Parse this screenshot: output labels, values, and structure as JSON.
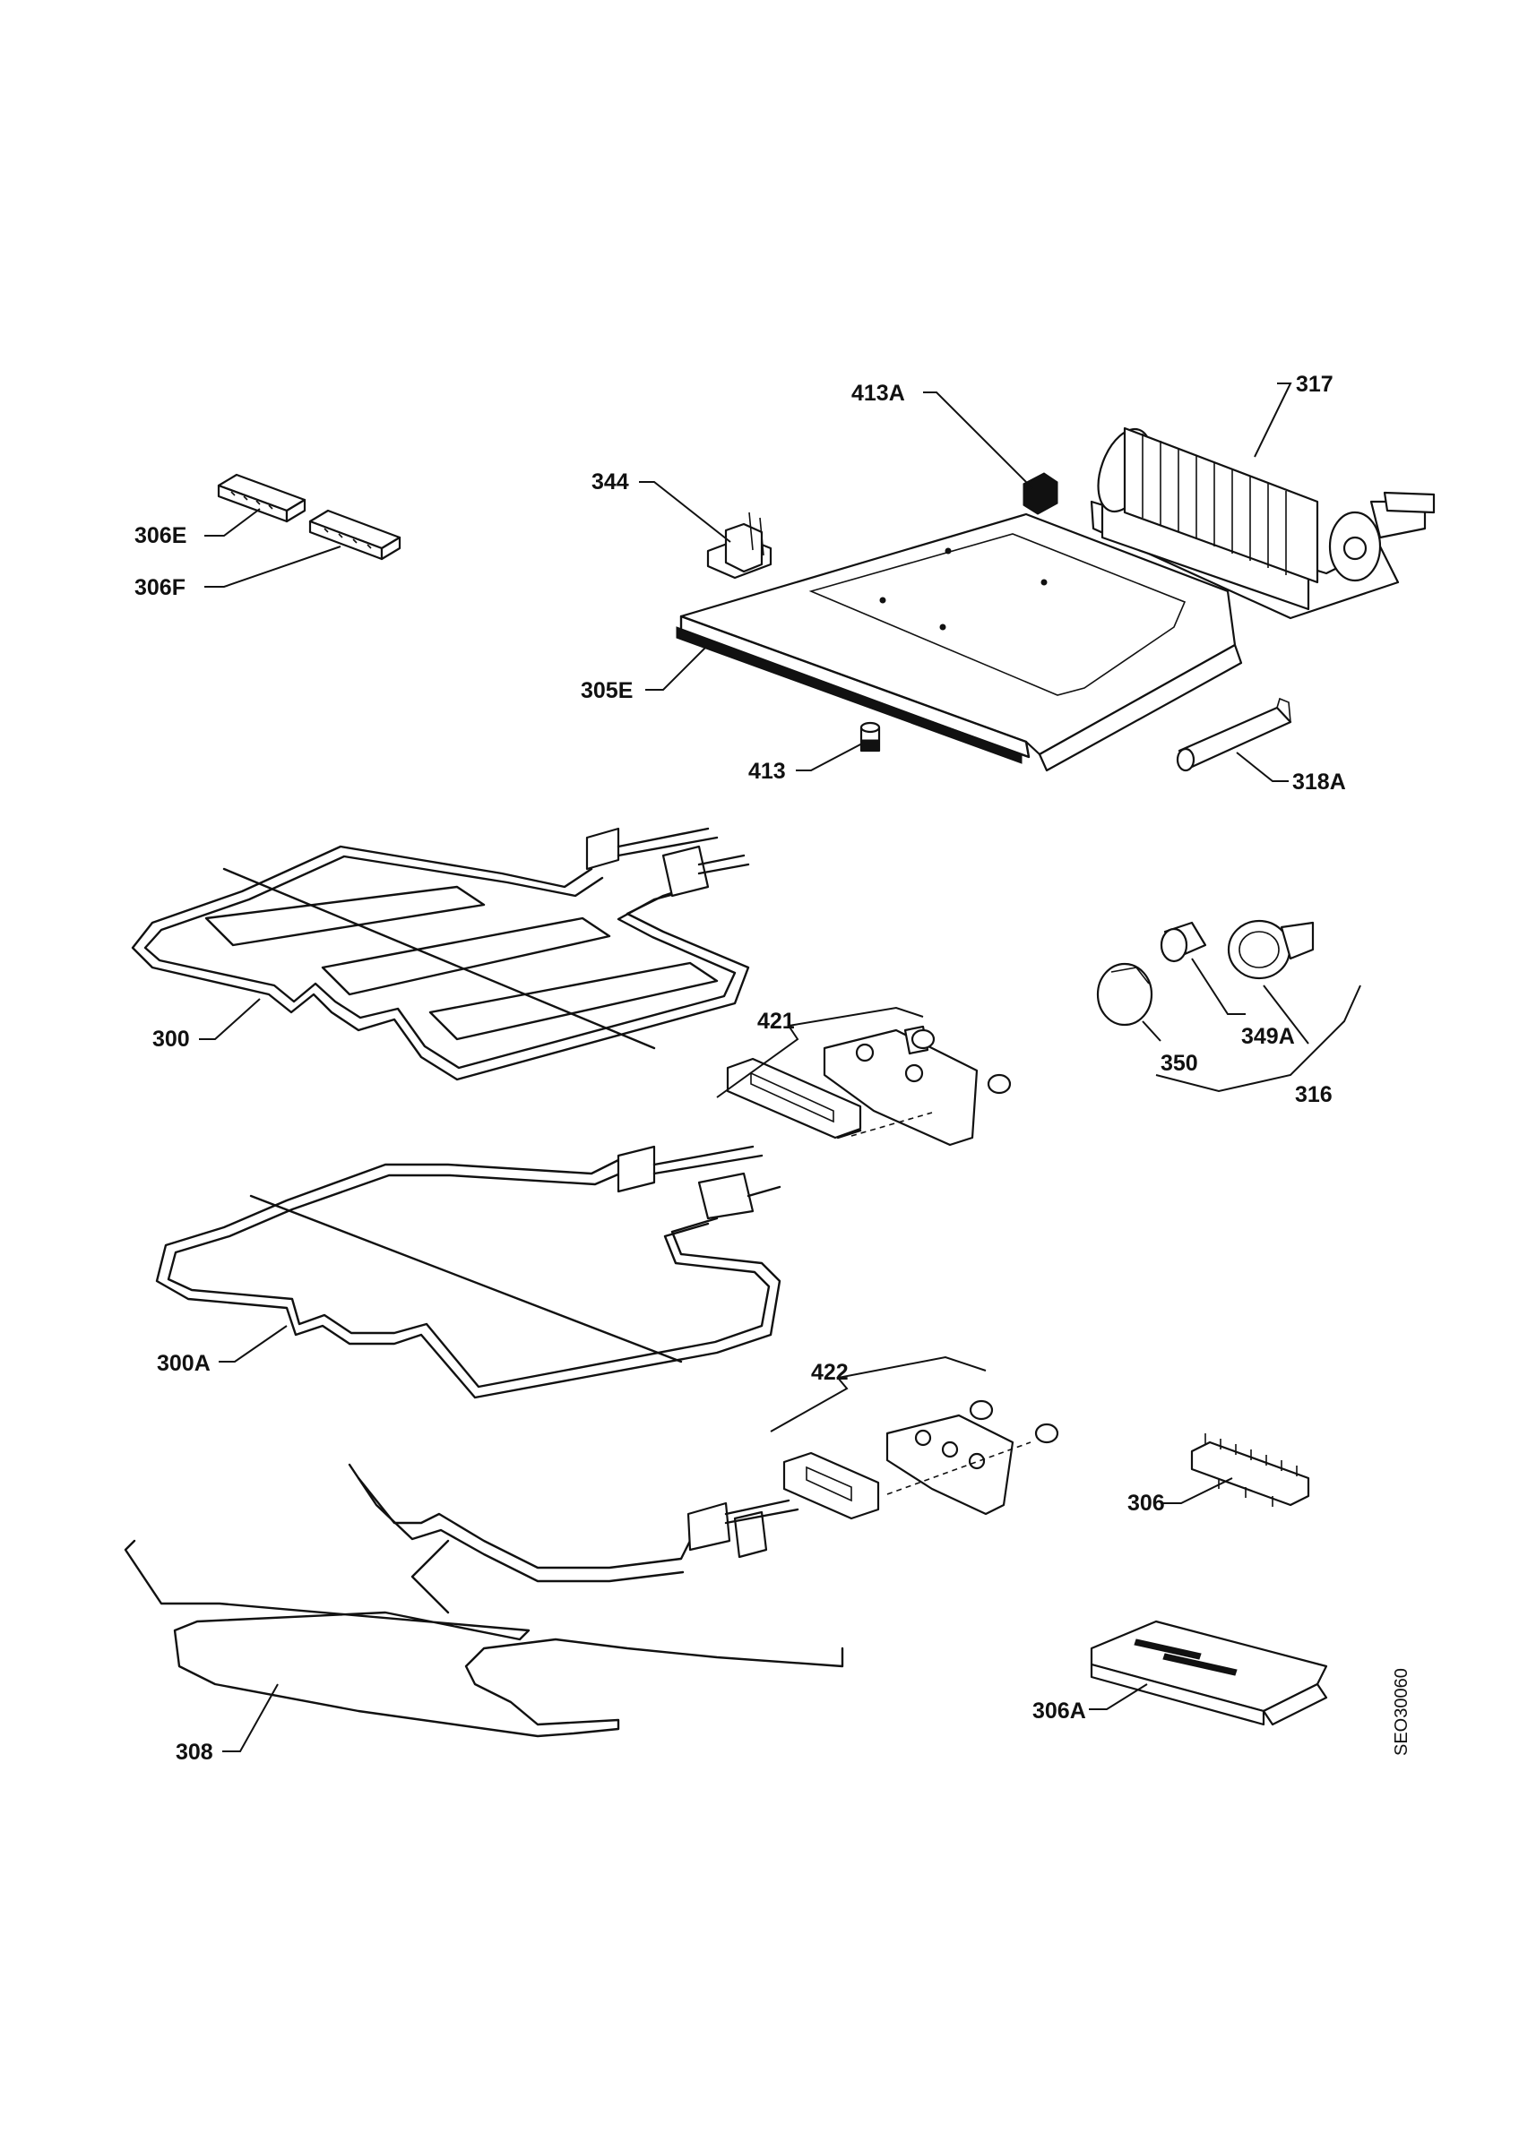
{
  "drawing_code": "SEO30060",
  "callouts": {
    "p306E": "306E",
    "p306F": "306F",
    "p344": "344",
    "p413A": "413A",
    "p317": "317",
    "p305E": "305E",
    "p413": "413",
    "p318A": "318A",
    "p300": "300",
    "p421": "421",
    "p350": "350",
    "p349A": "349A",
    "p316": "316",
    "p300A": "300A",
    "p422": "422",
    "p306": "306",
    "p306A": "306A",
    "p308": "308"
  }
}
